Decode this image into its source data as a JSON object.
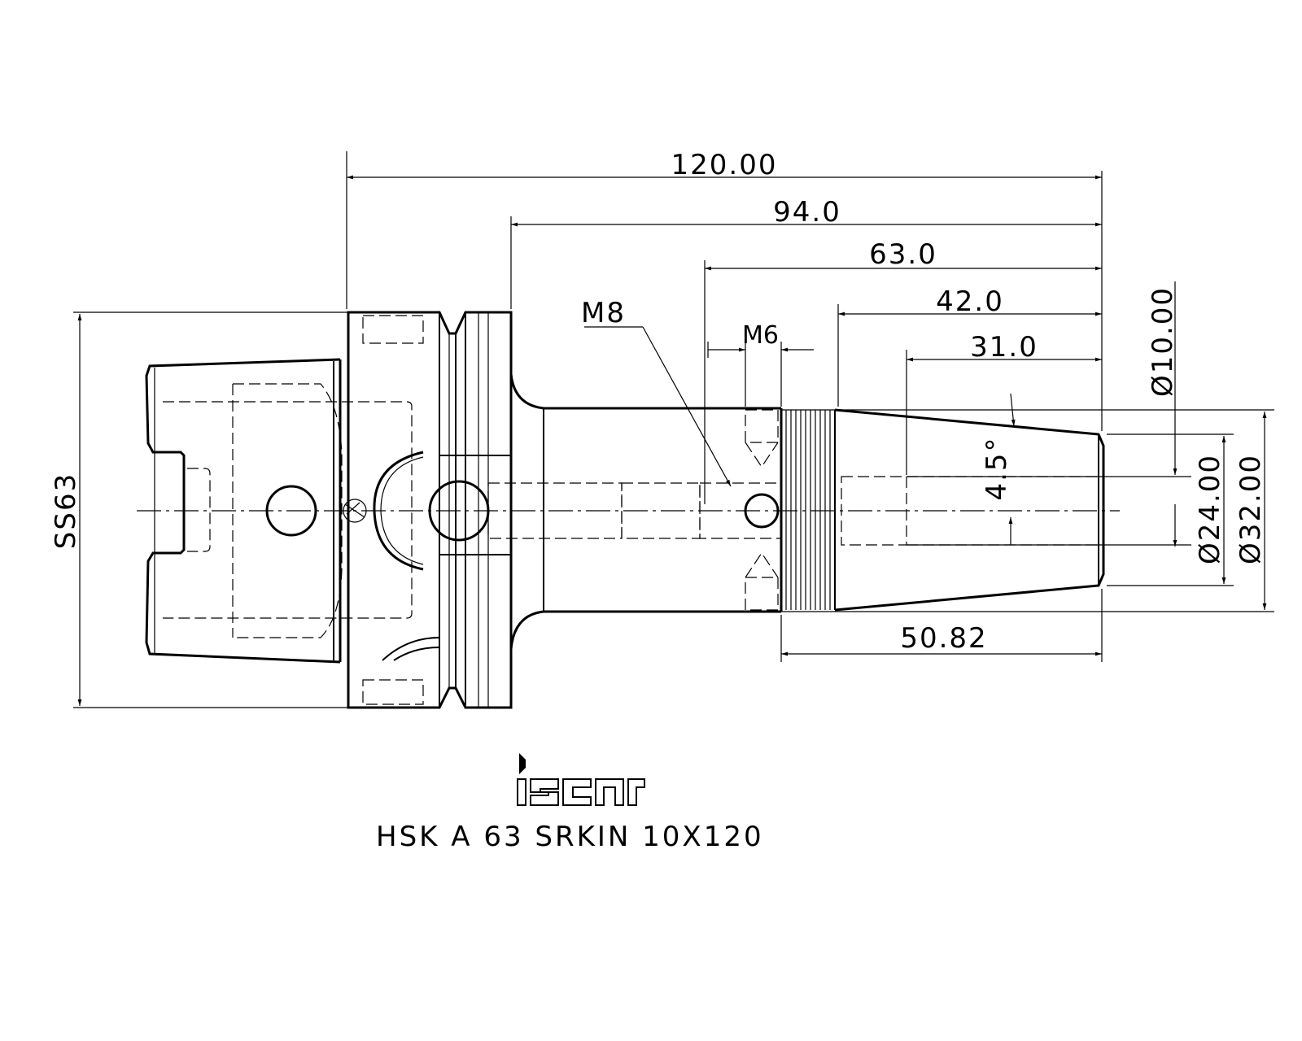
{
  "drawing": {
    "dimensions": {
      "overall_length": "120.00",
      "length_94": "94.0",
      "length_63": "63.0",
      "length_42": "42.0",
      "length_31": "31.0",
      "thread_length": "50.82",
      "bore_diameter": "Ø10.00",
      "tip_diameter": "Ø24.00",
      "shank_diameter": "Ø32.00",
      "flange_size": "SS63",
      "taper_angle": "4.5°"
    },
    "callouts": {
      "thread_m8": "M8",
      "thread_m6": "M6"
    },
    "logo": {
      "brand": "iscar"
    },
    "title": "HSK A 63 SRKIN 10X120"
  }
}
